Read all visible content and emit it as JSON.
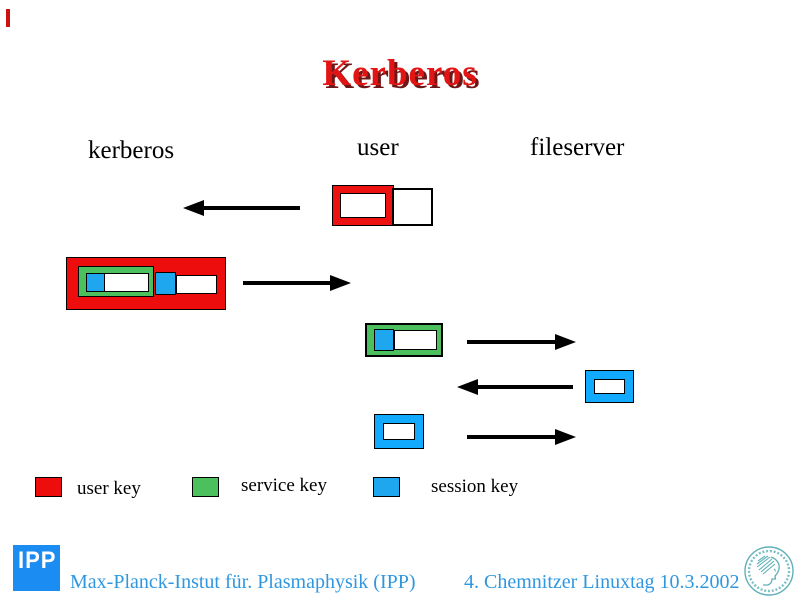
{
  "slide": {
    "title": "Kerberos",
    "title_color": "#e31414",
    "progress_mark_color": "#cc1111",
    "columns": {
      "left": "kerberos",
      "middle": "user",
      "right": "fileserver"
    },
    "colors": {
      "user_key": "#ee0d0d",
      "service_key": "#4dc05e",
      "session_key": "#1ea7ee",
      "footer_text_blue": "#2f97e0",
      "ipp_logo_blue": "#1b8cf2"
    },
    "legend": [
      {
        "label": "user key",
        "color": "#ee0d0d"
      },
      {
        "label": "service key",
        "color": "#4dc05e"
      },
      {
        "label": "session key",
        "color": "#1ea7ee"
      }
    ],
    "footer": {
      "ipp_logo_text": "IPP",
      "institute": "Max-Planck-Instut für. Plasmaphysik (IPP)",
      "event": "4. Chemnitzer Linuxtag 10.3.2002"
    }
  }
}
